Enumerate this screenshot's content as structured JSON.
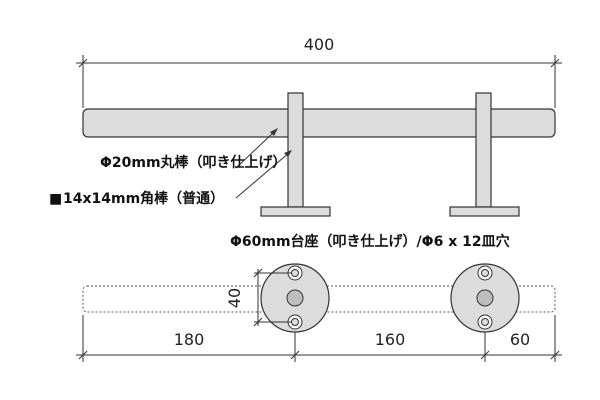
{
  "dimensions": {
    "overall_length": "400",
    "mount_height": "40",
    "left_offset": "180",
    "spacing": "160",
    "right_offset": "60"
  },
  "labels": {
    "round_bar": "Φ20mm丸棒（叩き仕上げ）",
    "square_bar_marker": "■",
    "square_bar": "14x14mm角棒（普通）",
    "base": "Φ60mm台座（叩き仕上げ）/Φ6 x 12皿穴"
  },
  "colors": {
    "part_fill": "#dcdcdc",
    "line": "#333333"
  }
}
